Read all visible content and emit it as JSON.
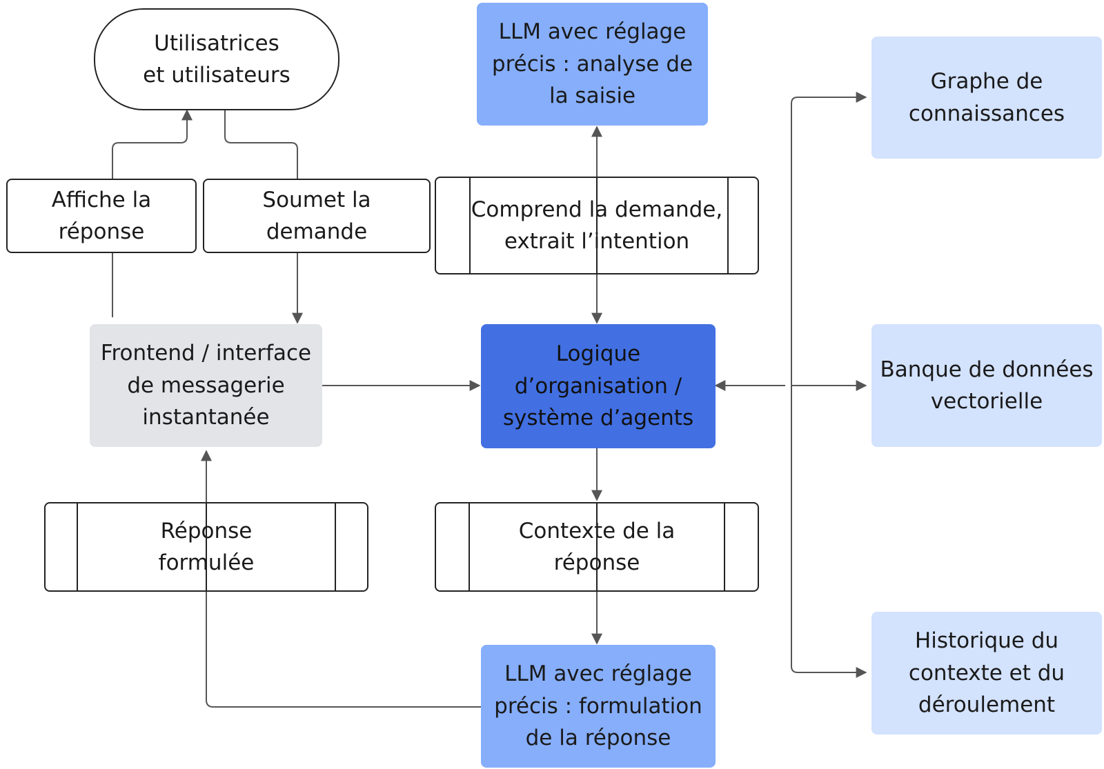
{
  "diagram": {
    "nodes": {
      "users": "Utilisatrices\net utilisateurs",
      "affiche": "Affiche la\nréponse",
      "soumet": "Soumet la\ndemande",
      "llm_analyse": "LLM avec réglage\nprécis : analyse de\nla saisie",
      "comprend": "Comprend la demande,\nextrait l’intention",
      "frontend": "Frontend / interface\nde messagerie\ninstantanée",
      "logique": "Logique\nd’organisation /\nsystème d’agents",
      "reponse_formulee": "Réponse\nformulée",
      "contexte": "Contexte de la\nréponse",
      "llm_formulation": "LLM avec réglage\nprécis : formulation\nde la réponse",
      "graphe": "Graphe de\nconnaissances",
      "banque": "Banque de données\nvectorielle",
      "historique": "Historique du\ncontexte et du\ndéroulement"
    },
    "colors": {
      "line": "#555555",
      "grey": "#e2e4e8",
      "blue_mid": "#86aefb",
      "blue_dark": "#4270e2",
      "blue_light": "#d3e2fd"
    }
  }
}
